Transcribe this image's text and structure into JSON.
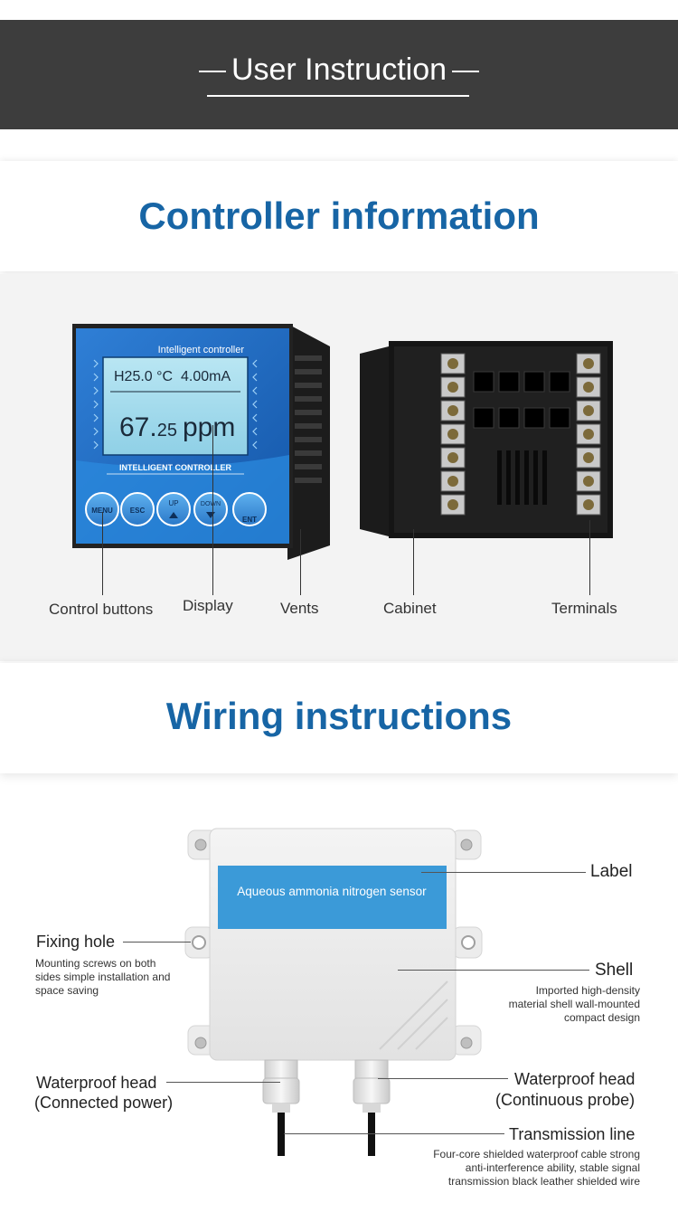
{
  "header": {
    "title": "User Instruction"
  },
  "sections": {
    "controller_title": "Controller information",
    "wiring_title": "Wiring instructions"
  },
  "controller": {
    "screen_brand": "Intelligent controller",
    "line1_temp": "H25.0 °C",
    "line1_current": "4.00mA",
    "reading_main": "67.",
    "reading_decimals": "25",
    "reading_unit": "ppm",
    "panel_label": "INTELLIGENT CONTROLLER",
    "buttons": [
      "MENU",
      "ESC",
      "UP",
      "DOWN",
      "ENT"
    ],
    "captions": {
      "control_buttons": "Control buttons",
      "display": "Display",
      "vents": "Vents",
      "cabinet": "Cabinet",
      "terminals": "Terminals"
    }
  },
  "sensor": {
    "label_text": "Aqueous ammonia nitrogen sensor",
    "label": {
      "title": "Label"
    },
    "fixing_hole": {
      "title": "Fixing hole",
      "desc": "Mounting screws on both sides simple installation and space saving"
    },
    "shell": {
      "title": "Shell",
      "desc": "Imported high-density material shell wall-mounted compact design"
    },
    "waterproof_power": {
      "title": "Waterproof head",
      "sub": "(Connected power)"
    },
    "waterproof_probe": {
      "title": "Waterproof head",
      "sub": "(Continuous probe)"
    },
    "transmission": {
      "title": "Transmission line",
      "desc": "Four-core shielded waterproof cable strong anti-interference ability, stable signal transmission black leather shielded wire"
    }
  },
  "colors": {
    "accent": "#1765a5",
    "header_bg": "#3d3d3d",
    "label_blue": "#3b9ad8"
  }
}
